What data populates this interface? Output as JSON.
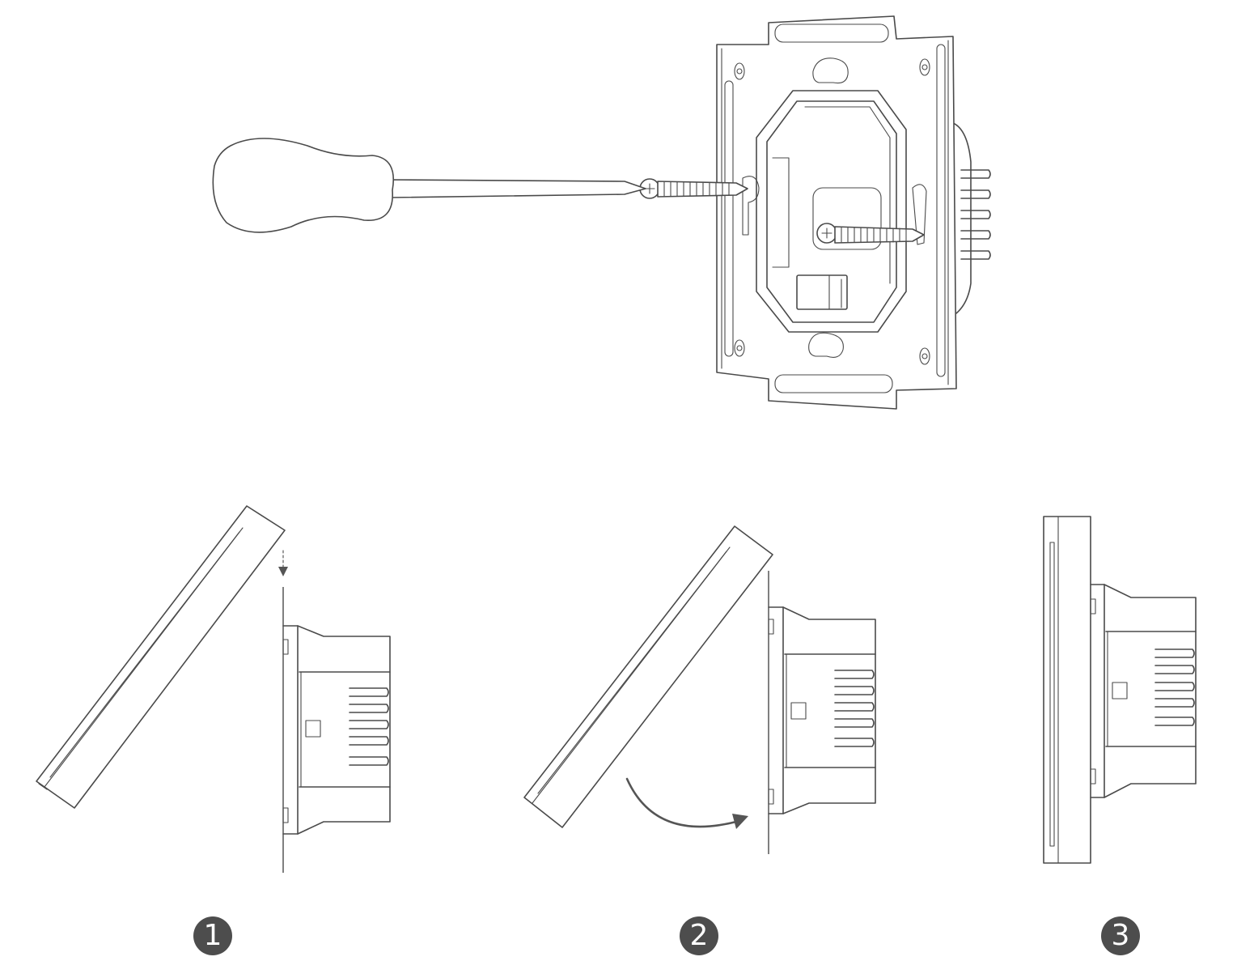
{
  "steps": [
    {
      "number": "1"
    },
    {
      "number": "2"
    },
    {
      "number": "3"
    }
  ],
  "colors": {
    "line": "#4a4a4a",
    "badge_fill": "#4d4d4d",
    "badge_text": "#ffffff",
    "background": "#ffffff"
  },
  "icons": {
    "tool": "screwdriver-icon",
    "push_direction": "arrow-down-icon",
    "rotate_direction": "curved-arrow-icon"
  }
}
